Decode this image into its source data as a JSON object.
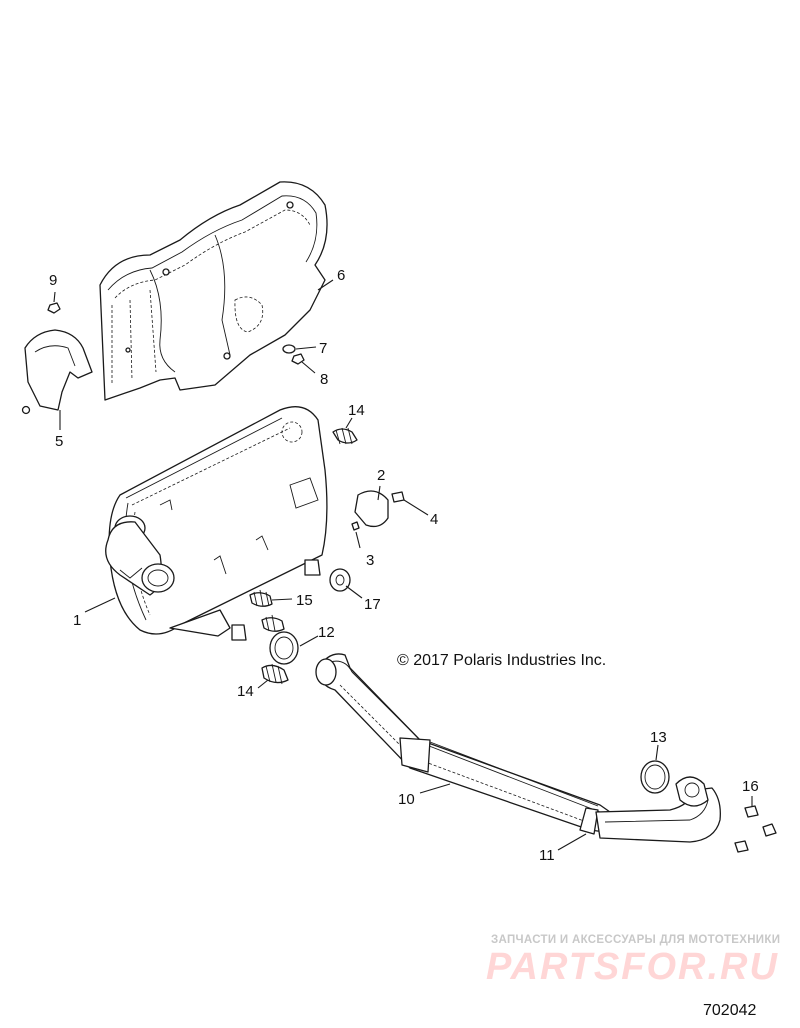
{
  "callouts": [
    {
      "id": "1",
      "label": "1"
    },
    {
      "id": "2",
      "label": "2"
    },
    {
      "id": "3",
      "label": "3"
    },
    {
      "id": "4",
      "label": "4"
    },
    {
      "id": "5",
      "label": "5"
    },
    {
      "id": "6",
      "label": "6"
    },
    {
      "id": "7",
      "label": "7"
    },
    {
      "id": "8",
      "label": "8"
    },
    {
      "id": "9",
      "label": "9"
    },
    {
      "id": "10",
      "label": "10"
    },
    {
      "id": "11",
      "label": "11"
    },
    {
      "id": "12",
      "label": "12"
    },
    {
      "id": "13",
      "label": "13"
    },
    {
      "id": "14a",
      "label": "14"
    },
    {
      "id": "14b",
      "label": "14"
    },
    {
      "id": "15",
      "label": "15"
    },
    {
      "id": "16",
      "label": "16"
    },
    {
      "id": "17",
      "label": "17"
    }
  ],
  "copyright": "© 2017 Polaris Industries Inc.",
  "watermark": {
    "tagline": "ЗАПЧАСТИ И АКСЕССУАРЫ ДЛЯ МОТОТЕХНИКИ",
    "logo": "PARTSFOR.RU",
    "logo_color": "#f08080"
  },
  "drawing_number": "702042"
}
